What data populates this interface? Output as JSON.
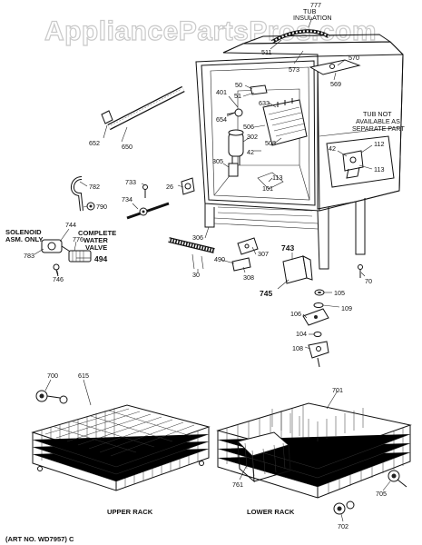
{
  "watermark": "AppliancePartsPros.com",
  "art_number": "(ART NO. WD7957) C",
  "section_labels": {
    "upper_rack": "UPPER RACK",
    "lower_rack": "LOWER RACK"
  },
  "notes": {
    "tub_insulation_1": "TUB",
    "tub_insulation_2": "INSULATION",
    "tub_not_1": "TUB NOT",
    "tub_not_2": "AVAILABLE AS",
    "tub_not_3": "SEPARATE PART",
    "solenoid_1": "SOLENOID",
    "solenoid_2": "ASM. ONLY",
    "water_valve_1": "COMPLETE",
    "water_valve_2": "WATER",
    "water_valve_3": "VALVE"
  },
  "part_numbers": {
    "p777": "777",
    "p511": "511",
    "p573": "573",
    "p570": "570",
    "p569": "569",
    "p50": "50",
    "p51": "51",
    "p401": "401",
    "p633": "633",
    "p654": "654",
    "p506": "506",
    "p302": "302",
    "p42a": "42",
    "p508": "508",
    "p305": "305",
    "p42b": "42",
    "p112": "112",
    "p113a": "113",
    "p113b": "113",
    "p101": "101",
    "p652": "652",
    "p650": "650",
    "p782": "782",
    "p790": "790",
    "p733": "733",
    "p734": "734",
    "p26": "26",
    "p744": "744",
    "p776": "776",
    "p783": "783",
    "p494": "494",
    "p746": "746",
    "p306": "306",
    "p307": "307",
    "p490": "490",
    "p308": "308",
    "p743": "743",
    "p745": "745",
    "p30": "30",
    "p70": "70",
    "p105": "105",
    "p109": "109",
    "p106": "106",
    "p104": "104",
    "p108": "108",
    "p700": "700",
    "p615": "615",
    "p701": "701",
    "p761": "761",
    "p705": "705",
    "p702": "702"
  }
}
